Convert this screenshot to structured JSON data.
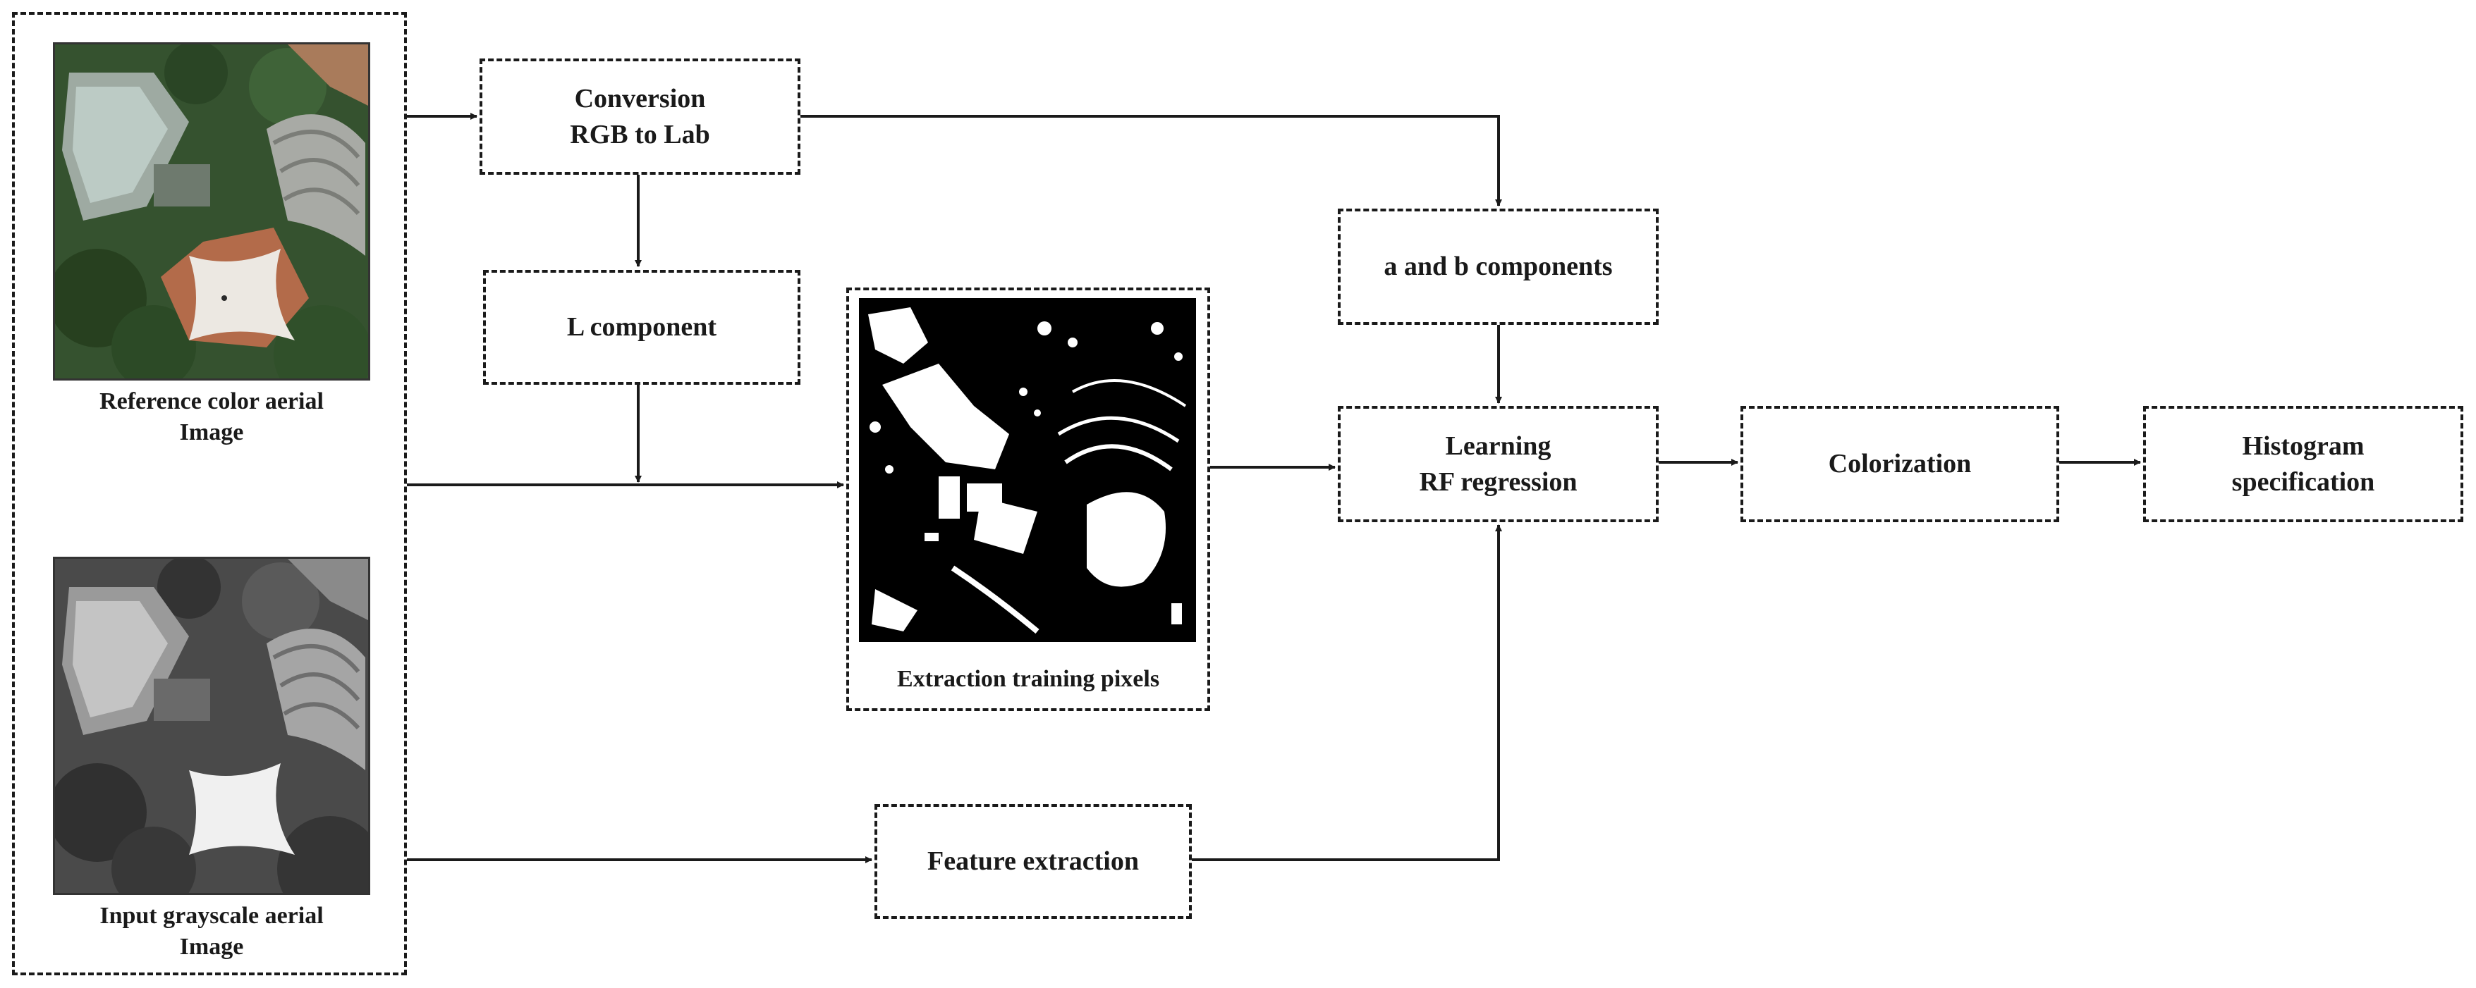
{
  "nodes": {
    "conversion": "Conversion\nRGB to Lab",
    "l_component": "L component",
    "ab_components": "a and b components",
    "learning": "Learning\nRF regression",
    "colorization": "Colorization",
    "histogram": "Histogram\nspecification",
    "feature_extraction": "Feature extraction"
  },
  "captions": {
    "reference": "Reference color  aerial\nImage",
    "input": "Input grayscale aerial\nImage",
    "training": "Extraction training pixels"
  },
  "images": {
    "reference": "color aerial photo",
    "input": "grayscale aerial photo",
    "training": "binary mask of training pixels"
  }
}
